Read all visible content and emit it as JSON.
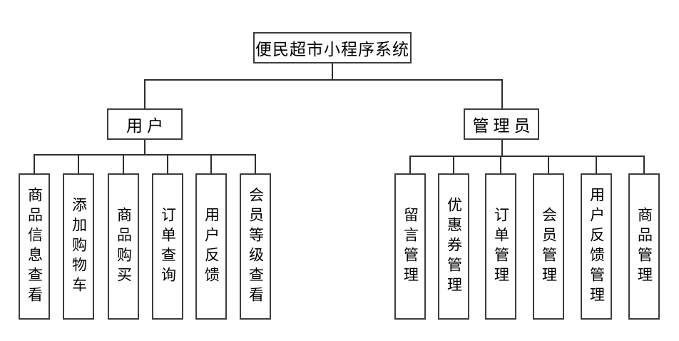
{
  "diagram": {
    "type": "hierarchy-tree",
    "root": {
      "label": "便民超市小程序系统"
    },
    "branches": [
      {
        "label": "用户",
        "children": [
          "商品信息查看",
          "添加购物车",
          "商品购买",
          "订单查询",
          "用户反馈",
          "会员等级查看"
        ]
      },
      {
        "label": "管理员",
        "children": [
          "留言管理",
          "优惠券管理",
          "订单管理",
          "会员管理",
          "用户反馈管理",
          "商品管理"
        ]
      }
    ],
    "colors": {
      "background": "#ffffff",
      "line": "#2e2e2e",
      "box_border": "#3d3d3d",
      "text": "#000000"
    }
  }
}
